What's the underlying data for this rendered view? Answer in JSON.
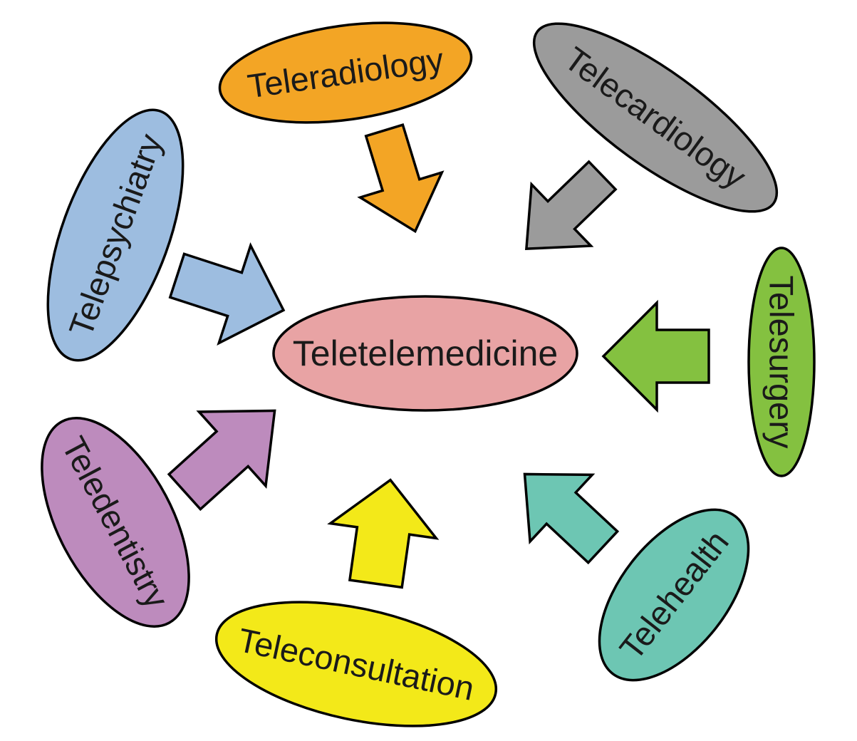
{
  "center": {
    "label": "Teletelemedicine",
    "color": "#e8a3a4"
  },
  "nodes": [
    {
      "id": "teleradiology",
      "label": "Teleradiology",
      "color": "#f3a525"
    },
    {
      "id": "telecardiology",
      "label": "Telecardiology",
      "color": "#9b9b9b"
    },
    {
      "id": "telesurgery",
      "label": "Telesurgery",
      "color": "#84c140"
    },
    {
      "id": "telehealth",
      "label": "Telehealth",
      "color": "#6dc6b3"
    },
    {
      "id": "teleconsultation",
      "label": "Teleconsultation",
      "color": "#f3e919"
    },
    {
      "id": "teledentistry",
      "label": "Teledentistry",
      "color": "#bd8bbd"
    },
    {
      "id": "telepsychiatry",
      "label": "Telepsychiatry",
      "color": "#9dbde0"
    }
  ]
}
